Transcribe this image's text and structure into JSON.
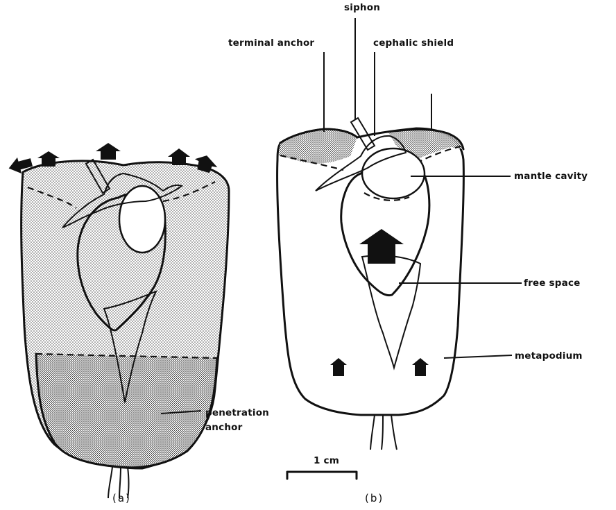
{
  "labels": {
    "siphon": "siphon",
    "terminal_anchor": "terminal anchor",
    "cephalic_shield": "cephalic shield",
    "mantle_cavity": "mantle cavity",
    "free_space": "free space",
    "metapodium": "metapodium",
    "penetration_anchor_line1": "penetration",
    "penetration_anchor_line2": "anchor",
    "scale_bar": "1 cm"
  },
  "captions": {
    "a": "(a)",
    "b": "(b)"
  },
  "colors": {
    "ink": "#111111",
    "stipple_light": "#d9d9d9",
    "stipple_dark": "#b8b8b8",
    "background": "#ffffff"
  }
}
